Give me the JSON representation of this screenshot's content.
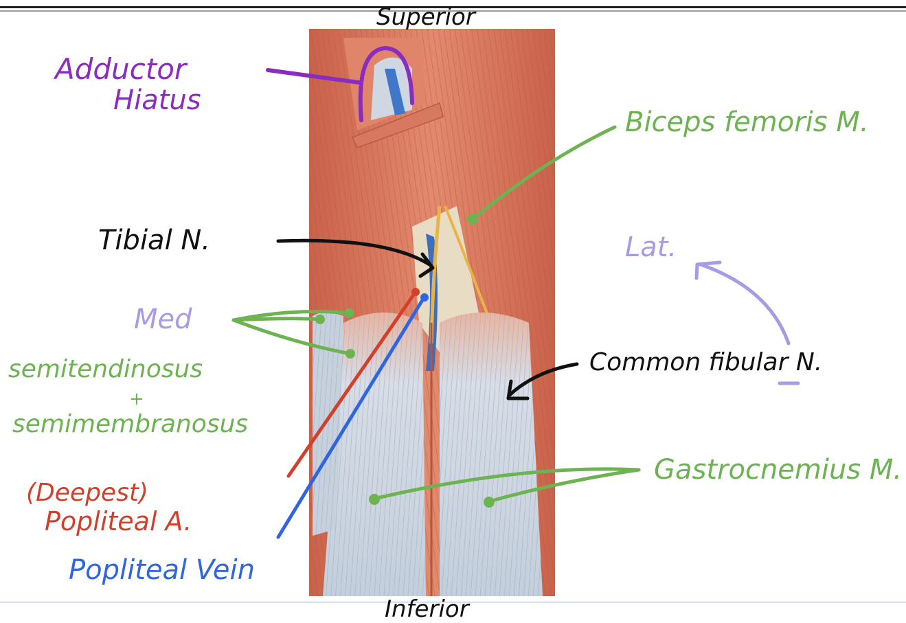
{
  "orientation": {
    "superior": "Superior",
    "inferior": "Inferior",
    "medial": "Med",
    "lateral": "Lat."
  },
  "labels": {
    "adductor_hiatus_line1": "Adductor",
    "adductor_hiatus_line2": "Hiatus",
    "biceps_femoris": "Biceps femoris M.",
    "tibial_nerve": "Tibial N.",
    "semitendinosus": "semitendinosus",
    "plus": "+",
    "semimembranosus": "semimembranosus",
    "common_fibular": "Common fibular N.",
    "gastrocnemius": "Gastrocnemius M.",
    "deepest": "(Deepest)",
    "popliteal_artery": "Popliteal A.",
    "popliteal_vein": "Popliteal Vein"
  },
  "colors": {
    "black": "#111111",
    "purple": "#8a2dbf",
    "green": "#6db352",
    "lavender": "#a89ae6",
    "red": "#d2402c",
    "blue": "#2f66e0",
    "muscle": "#d9745a",
    "tendon": "#c9d3de",
    "nerve": "#e8b447"
  }
}
